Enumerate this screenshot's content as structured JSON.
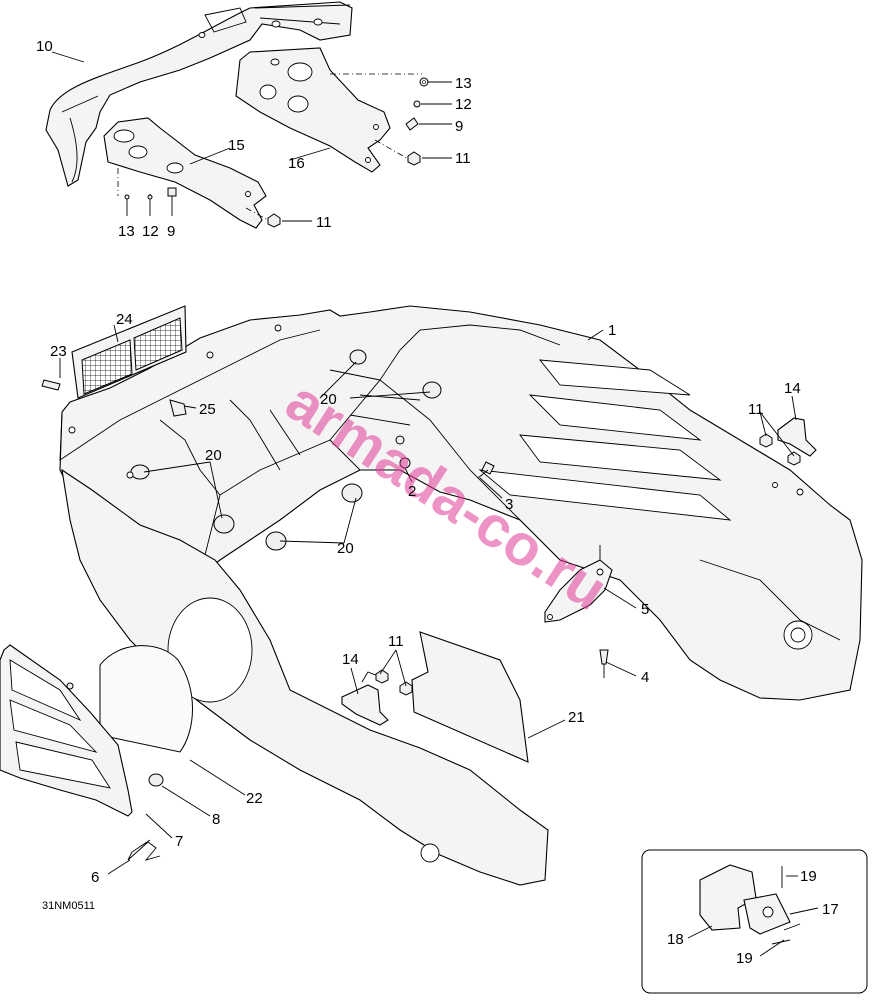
{
  "diagram": {
    "watermark": "armada-co.ru",
    "figure_code": "31NM0511",
    "callouts": {
      "c1": "1",
      "c2": "2",
      "c3": "3",
      "c4": "4",
      "c5": "5",
      "c6": "6",
      "c7": "7",
      "c8": "8",
      "c9a": "9",
      "c9b": "9",
      "c10": "10",
      "c11a": "11",
      "c11b": "11",
      "c11c": "11",
      "c11d": "11",
      "c12a": "12",
      "c12b": "12",
      "c13a": "13",
      "c13b": "13",
      "c14a": "14",
      "c14b": "14",
      "c15": "15",
      "c16": "16",
      "c17": "17",
      "c18": "18",
      "c19a": "19",
      "c19b": "19",
      "c20a": "20",
      "c20b": "20",
      "c20c": "20",
      "c21": "21",
      "c22": "22",
      "c23": "23",
      "c24": "24",
      "c25": "25"
    }
  }
}
